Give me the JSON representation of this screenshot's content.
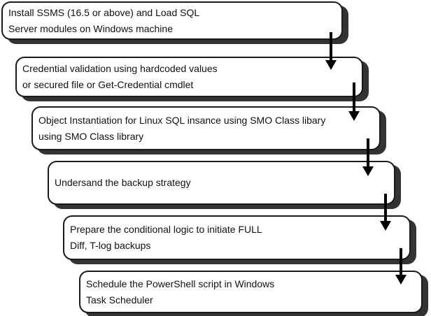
{
  "flowchart": {
    "steps": [
      {
        "lines": [
          "Install SSMS (16.5 or above) and Load SQL",
          "Server modules on Windows machine"
        ]
      },
      {
        "lines": [
          "Credential validation using hardcoded values",
          "or secured file or Get-Credential cmdlet"
        ]
      },
      {
        "lines": [
          "Object Instantiation for Linux SQL insance using SMO Class libary",
          "using SMO Class library"
        ]
      },
      {
        "lines": [
          "Undersand the backup strategy"
        ]
      },
      {
        "lines": [
          "Prepare the conditional logic to initiate FULL",
          "Diff, T-log backups"
        ]
      },
      {
        "lines": [
          "Schedule the PowerShell script in Windows",
          "Task Scheduler"
        ]
      }
    ],
    "connectors": [
      {
        "from_step": 1,
        "to_step": 2
      },
      {
        "from_step": 2,
        "to_step": 3
      },
      {
        "from_step": 3,
        "to_step": 4
      },
      {
        "from_step": 4,
        "to_step": 5
      },
      {
        "from_step": 5,
        "to_step": 6
      }
    ],
    "colors": {
      "box_fill": "#ffffff",
      "box_border": "#1a1a1a",
      "box_shadow": "#333333",
      "arrow": "#000000",
      "text": "#111111",
      "background": "#ffffff"
    }
  }
}
